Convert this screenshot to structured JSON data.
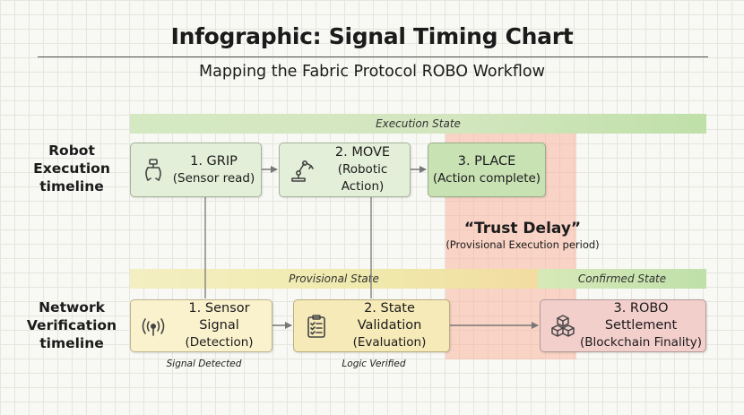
{
  "title": "Infographic: Signal Timing Chart",
  "subtitle": "Mapping the Fabric Protocol ROBO Workflow",
  "bands": {
    "execution": "Execution State",
    "provisional": "Provisional State",
    "confirmed": "Confirmed State"
  },
  "rows": {
    "robot": "Robot Execution timeline",
    "network": "Network Verification timeline"
  },
  "robot_steps": [
    {
      "title": "1. GRIP",
      "detail": "(Sensor read)",
      "icon": "gripper-icon"
    },
    {
      "title": "2. MOVE",
      "detail": "(Robotic Action)",
      "icon": "robot-arm-icon"
    },
    {
      "title": "3. PLACE",
      "detail": "(Action complete)",
      "icon": ""
    }
  ],
  "network_steps": [
    {
      "title": "1. Sensor Signal",
      "detail": "(Detection)",
      "icon": "signal-icon"
    },
    {
      "title": "2. State Validation",
      "detail": "(Evaluation)",
      "icon": "clipboard-icon"
    },
    {
      "title": "3. ROBO Settlement",
      "detail": "(Blockchain Finality)",
      "icon": "blocks-icon"
    }
  ],
  "captions": {
    "signal_detected": "Signal Detected",
    "logic_verified": "Logic Verified"
  },
  "trust_delay": {
    "title": "“Trust Delay”",
    "subtitle": "(Provisional Execution period)"
  },
  "colors": {
    "execution_band": "#d4e8c2",
    "provisional_band": "#f0e9ac",
    "confirmed_band": "#bfe0a9",
    "trust_zone": "#f9b9a6",
    "settlement_box": "#f3cfcc"
  }
}
